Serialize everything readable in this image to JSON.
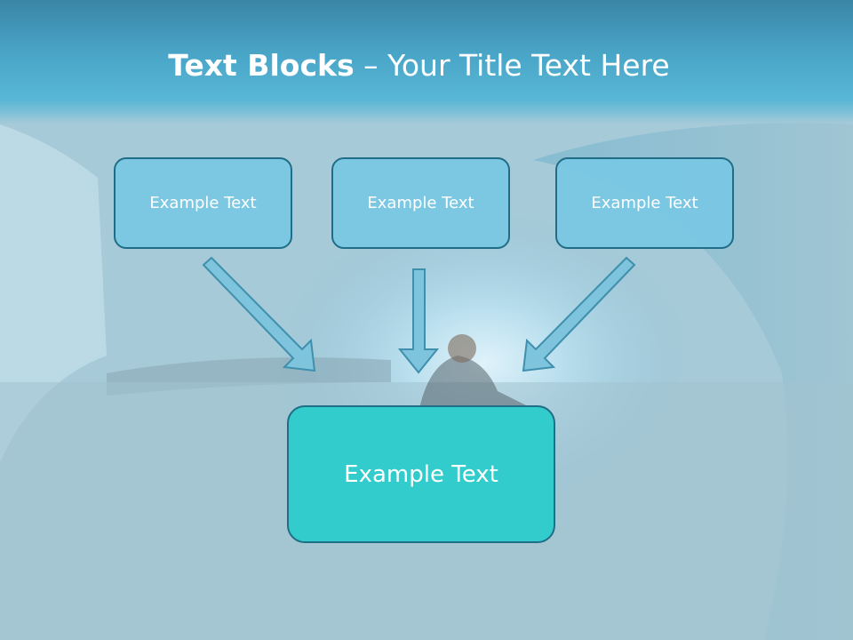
{
  "slide": {
    "title_bold": "Text Blocks",
    "title_dash": " – ",
    "title_rest": "Your Title Text Here"
  },
  "boxes": [
    {
      "label": "Example Text"
    },
    {
      "label": "Example Text"
    },
    {
      "label": "Example Text"
    }
  ],
  "main_box": {
    "label": "Example Text"
  },
  "colors": {
    "header": "#4aa6c8",
    "box_fill": "#7ac8e4",
    "box_border": "#1f6d87",
    "main_fill": "#33cccc",
    "arrow_fill": "#7fc4dd"
  }
}
